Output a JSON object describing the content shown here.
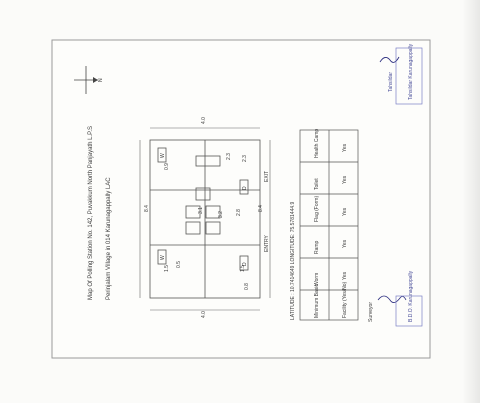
{
  "document": {
    "title_line1": "Map Of Polling Station No. 142, Puvakkum North Panjayath L.P.S",
    "title_line2": "Perinjalam Village in 014 Karunagappally LAC",
    "coords": "LATITUDE : 10.7414649 LONGITUDE: 75.5781444.9",
    "north_label": "N",
    "entry_label": "ENTRY",
    "exit_label": "EXIT",
    "dimensions": {
      "top_width": "4.0",
      "bottom_width": "4.0",
      "left_a": "8.4",
      "left_b": "8.4",
      "d1": "1.5",
      "d2": "0.5",
      "d3": "3.1",
      "d4": "2.3",
      "d5": "0.9",
      "d6": "3.2",
      "d7": "2.8",
      "d8": "2.3",
      "d9": "1.5",
      "d10": "0.8"
    },
    "rooms": {
      "w1": "W",
      "w2": "W",
      "d1": "D",
      "d2": "D",
      "booth_labels": [
        "1",
        "2",
        "3",
        "4",
        "5"
      ]
    },
    "table": {
      "headers": [
        "Minimum Basic",
        "Worm",
        "Ramp",
        "Flag (Form)",
        "Toilet",
        "Health Camp"
      ],
      "row_label": "Facility (Yes/No)",
      "values": [
        "Yes",
        "Yes",
        "Yes",
        "Yes",
        "Yes"
      ]
    },
    "signature_left": "Surveyor",
    "stamp_left": "B.D.O. Karunagappally",
    "signature_right": "Tahsildar",
    "stamp_right": "Tahsildar Karunagappally"
  }
}
